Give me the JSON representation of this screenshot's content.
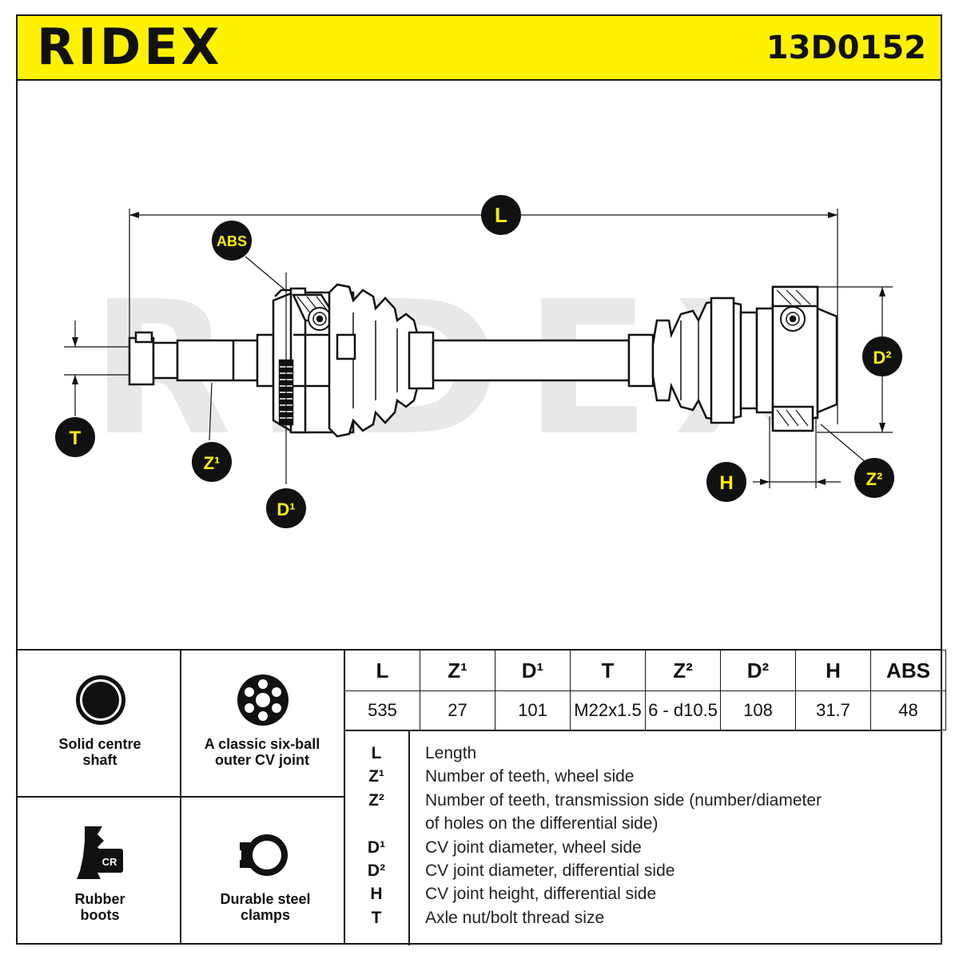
{
  "header": {
    "brand": "RIDEX",
    "part_number": "13D0152"
  },
  "colors": {
    "accent": "#fff200",
    "ink": "#111111",
    "watermark": "#e6e6e6"
  },
  "drawing": {
    "watermark": "RIDEX",
    "labels": {
      "L": "L",
      "ABS": "ABS",
      "T": "T",
      "Z1": "Z¹",
      "D1": "D¹",
      "D2": "D²",
      "H": "H",
      "Z2": "Z²"
    }
  },
  "features": [
    {
      "icon": "solid-shaft-icon",
      "label": "Solid centre shaft"
    },
    {
      "icon": "six-ball-cv-joint-icon",
      "label": "A classic six-ball outer CV joint"
    },
    {
      "icon": "rubber-boot-cr-icon",
      "label": "Rubber boots",
      "badge": "CR"
    },
    {
      "icon": "steel-clamp-icon",
      "label": "Durable steel clamps"
    }
  ],
  "spec_table": {
    "headers": [
      "L",
      "Z¹",
      "D¹",
      "T",
      "Z²",
      "D²",
      "H",
      "ABS"
    ],
    "values": [
      "535",
      "27",
      "101",
      "M22x1.5",
      "6 - d10.5",
      "108",
      "31.7",
      "48"
    ]
  },
  "legend": [
    {
      "symbol": "L",
      "text": "Length"
    },
    {
      "symbol": "Z¹",
      "text": "Number of teeth, wheel side"
    },
    {
      "symbol": "Z²",
      "text": "Number of teeth, transmission side (number/diameter"
    },
    {
      "symbol": "",
      "text": "of holes on the differential side)"
    },
    {
      "symbol": "D¹",
      "text": "CV joint diameter, wheel side"
    },
    {
      "symbol": "D²",
      "text": "CV joint diameter, differential side"
    },
    {
      "symbol": "H",
      "text": "CV joint height, differential side"
    },
    {
      "symbol": "T",
      "text": "Axle nut/bolt thread size"
    }
  ]
}
